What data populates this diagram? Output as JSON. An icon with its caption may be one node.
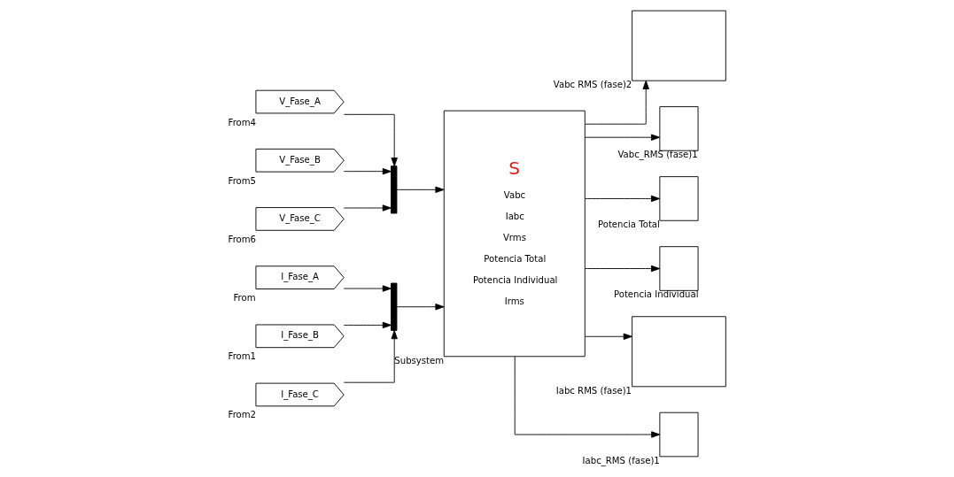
{
  "diagram": {
    "nodes": [
      {
        "text": [
          "V_Fase_A"
        ],
        "beside": [
          "From4"
        ]
      },
      {
        "text": [
          "V_Fase_B"
        ],
        "beside": [
          "From5"
        ]
      },
      {
        "text": [
          "V_Fase_C"
        ],
        "beside": [
          "From6"
        ]
      },
      {
        "text": [
          "I_Fase_A"
        ],
        "beside": [
          "From"
        ]
      },
      {
        "text": [
          "I_Fase_B"
        ],
        "beside": [
          "From1"
        ]
      },
      {
        "text": [
          "I_Fase_C"
        ],
        "beside": [
          "From2"
        ]
      },
      {
        "text": [],
        "shape": "bar"
      },
      {
        "text": [],
        "shape": "bar"
      },
      {
        "text": [
          "S",
          "Vabc",
          "Iabc",
          "Vrms",
          "Potencia Total",
          "Potencia Individual",
          "Irms"
        ],
        "beside": [
          "Subsystem"
        ]
      },
      {
        "text": [],
        "shape": "box",
        "beside": [
          "Vabc RMS (fase)2"
        ]
      },
      {
        "text": [],
        "shape": "box",
        "beside": [
          "Vabc_RMS (fase)1"
        ]
      },
      {
        "text": [],
        "shape": "box",
        "beside": [
          "Potencia Total"
        ]
      },
      {
        "text": [],
        "shape": "box",
        "beside": [
          "Potencia Individual"
        ]
      },
      {
        "text": [],
        "shape": "box",
        "beside": [
          "Iabc RMS (fase)1"
        ]
      },
      {
        "text": [],
        "shape": "box",
        "beside": [
          "Iabc_RMS (fase)1"
        ]
      }
    ],
    "edges": [
      {
        "from": 0,
        "to": 6,
        "arrow": "to"
      },
      {
        "from": 1,
        "to": 6,
        "arrow": "to"
      },
      {
        "from": 2,
        "to": 6,
        "arrow": "to"
      },
      {
        "from": 3,
        "to": 7,
        "arrow": "to"
      },
      {
        "from": 4,
        "to": 7,
        "arrow": "to"
      },
      {
        "from": 5,
        "to": 7,
        "arrow": "to"
      },
      {
        "from": 6,
        "to": 8,
        "arrow": "to"
      },
      {
        "from": 7,
        "to": 8,
        "arrow": "to"
      },
      {
        "from": 8,
        "to": 9,
        "arrow": "to"
      },
      {
        "from": 8,
        "to": 10,
        "arrow": "to"
      },
      {
        "from": 8,
        "to": 11,
        "arrow": "to"
      },
      {
        "from": 8,
        "to": 12,
        "arrow": "to"
      },
      {
        "from": 8,
        "to": 13,
        "arrow": "to"
      },
      {
        "from": 8,
        "to": 14,
        "arrow": "to"
      }
    ]
  }
}
